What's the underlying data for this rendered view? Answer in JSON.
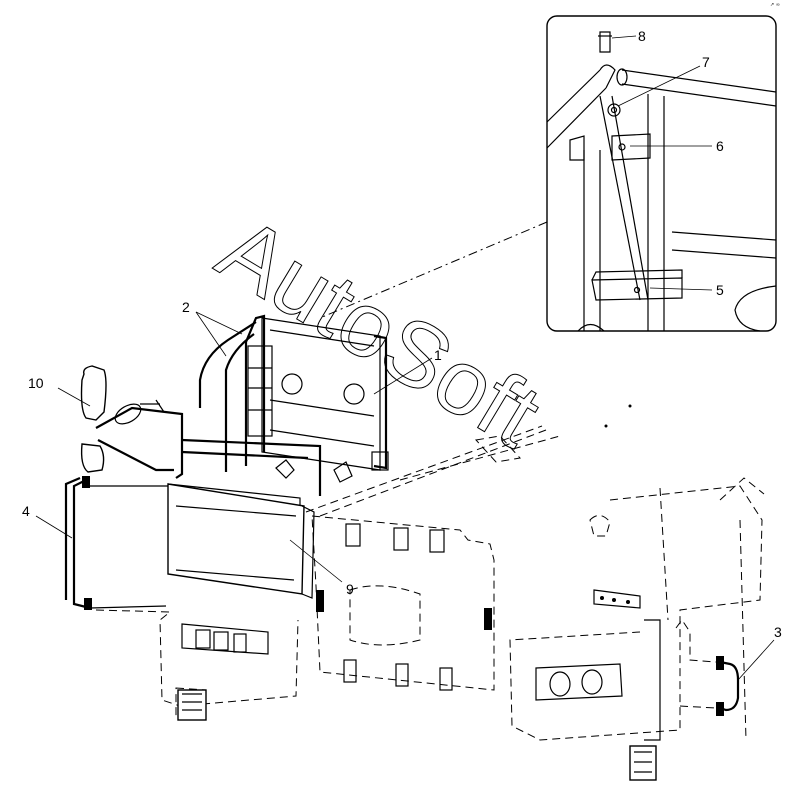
{
  "corner_mark": "↗ ∞",
  "watermark": "AutoSoft",
  "callouts": [
    {
      "id": "c1",
      "label": "1"
    },
    {
      "id": "c2",
      "label": "2"
    },
    {
      "id": "c3",
      "label": "3"
    },
    {
      "id": "c4",
      "label": "4"
    },
    {
      "id": "c5",
      "label": "5"
    },
    {
      "id": "c6",
      "label": "6"
    },
    {
      "id": "c7",
      "label": "7"
    },
    {
      "id": "c8",
      "label": "8"
    },
    {
      "id": "c9",
      "label": "9"
    },
    {
      "id": "c10",
      "label": "10"
    }
  ]
}
